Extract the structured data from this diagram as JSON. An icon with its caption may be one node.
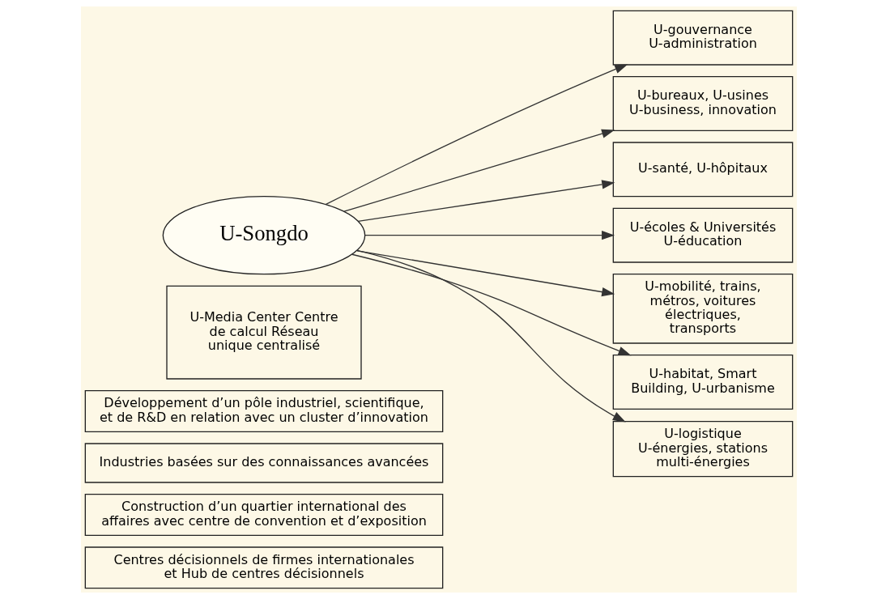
{
  "diagram": {
    "nodes": [
      {
        "text": [
          "U-Songdo"
        ]
      },
      {
        "text": [
          "U-gouvernance U-administration"
        ]
      },
      {
        "text": [
          "U-bureaux, U-usines U-business, innovation"
        ]
      },
      {
        "text": [
          "U-santé, U-hôpitaux"
        ]
      },
      {
        "text": [
          "U-écoles & Universités U-éducation"
        ]
      },
      {
        "text": [
          "U-mobilité, trains, métros, voitures électriques, transports"
        ]
      },
      {
        "text": [
          "U-habitat, Smart Building, U-urbanisme"
        ]
      },
      {
        "text": [
          "U-logistique U-énergies, stations multi-énergies"
        ]
      },
      {
        "text": [
          "U-Media Center Centre de calcul Réseau unique centralisé"
        ]
      },
      {
        "text": [
          "Développement d’un pôle industriel, scientifique, et de R&D en relation avec un cluster d’innovation"
        ]
      },
      {
        "text": [
          "Industries basées sur des connaissances avancées"
        ]
      },
      {
        "text": [
          "Construction d’un quartier international des affaires avec centre de convention et d’exposition"
        ]
      },
      {
        "text": [
          "Centres décisionnels de firmes internationales et Hub de centres décisionnels"
        ]
      }
    ],
    "edges": [
      {
        "from": 0,
        "to": 1,
        "arrow": "to"
      },
      {
        "from": 0,
        "to": 2,
        "arrow": "to"
      },
      {
        "from": 0,
        "to": 3,
        "arrow": "to"
      },
      {
        "from": 0,
        "to": 4,
        "arrow": "to"
      },
      {
        "from": 0,
        "to": 5,
        "arrow": "to"
      },
      {
        "from": 0,
        "to": 6,
        "arrow": "to"
      },
      {
        "from": 0,
        "to": 7,
        "arrow": "to"
      }
    ]
  }
}
